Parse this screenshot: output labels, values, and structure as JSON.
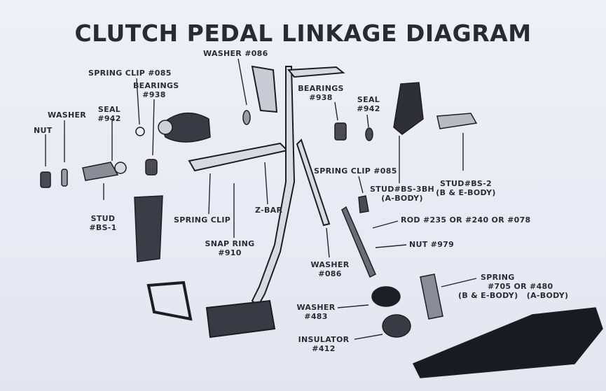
{
  "title": "CLUTCH PEDAL LINKAGE DIAGRAM",
  "labels": {
    "washer_086_top": "WASHER #086",
    "spring_clip_085_left": "SPRING CLIP #085",
    "bearings_938_left": [
      "BEARINGS",
      "#938"
    ],
    "seal_942_left": [
      "SEAL",
      "#942"
    ],
    "washer_left": "WASHER",
    "nut": "NUT",
    "bearings_938_right": [
      "BEARINGS",
      "#938"
    ],
    "seal_942_right": [
      "SEAL",
      "#942"
    ],
    "spring_clip_085_right": "SPRING CLIP #085",
    "stud_bs3bh": [
      "STUD#BS-3BH",
      "(A-BODY)"
    ],
    "stud_bs2": [
      "STUD#BS-2",
      "(B & E-BODY)"
    ],
    "stud_bs1": [
      "STUD",
      "#BS-1"
    ],
    "spring_clip": "SPRING CLIP",
    "z_bar": "Z-BAR",
    "snap_ring_910": [
      "SNAP RING",
      "#910"
    ],
    "rod": "ROD #235 OR #240 OR #078",
    "nut_979": "NUT #979",
    "washer_086_bottom": [
      "WASHER",
      "#086"
    ],
    "spring_705": [
      "SPRING",
      "#705 OR #480",
      "(B & E-BODY)   (A-BODY)"
    ],
    "washer_483": [
      "WASHER",
      "#483"
    ],
    "insulator_412": [
      "INSULATOR",
      "#412"
    ]
  }
}
